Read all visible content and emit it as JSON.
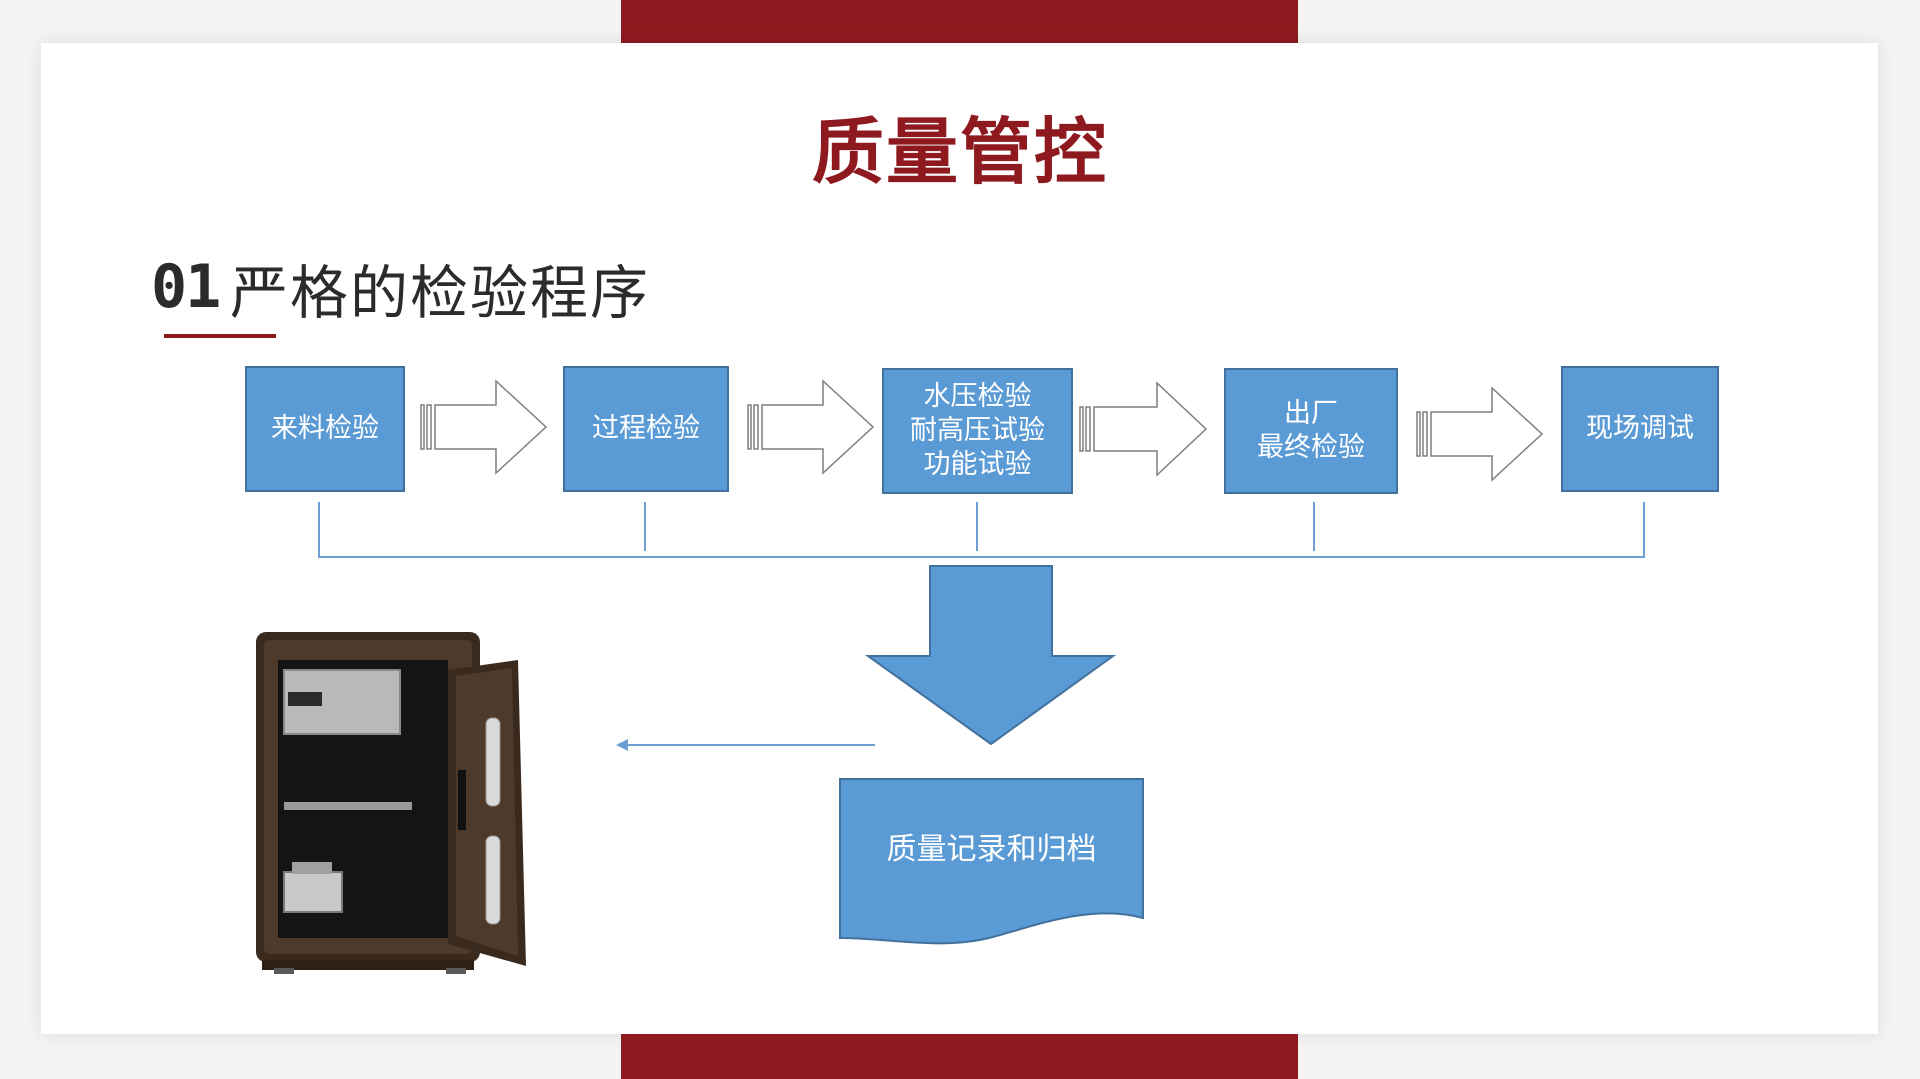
{
  "title": "质量管控",
  "section": {
    "number": "01",
    "title": "严格的检验程序"
  },
  "steps": [
    {
      "lines": [
        "来料检验"
      ]
    },
    {
      "lines": [
        "过程检验"
      ]
    },
    {
      "lines": [
        "水压检验",
        "耐高压试验",
        "功能试验"
      ]
    },
    {
      "lines": [
        "出厂",
        "最终检验"
      ]
    },
    {
      "lines": [
        "现场调试"
      ]
    }
  ],
  "record": {
    "label": "质量记录和归档"
  },
  "colors": {
    "brand_red": "#8e1a1f",
    "box_fill": "#5b9bd5",
    "box_border": "#41719c",
    "connector": "#6d9fd2"
  },
  "icons": {
    "flow_arrow": "striped-right-arrow-outline",
    "collect_arrow": "down-arrow",
    "product": "safe-photo"
  }
}
